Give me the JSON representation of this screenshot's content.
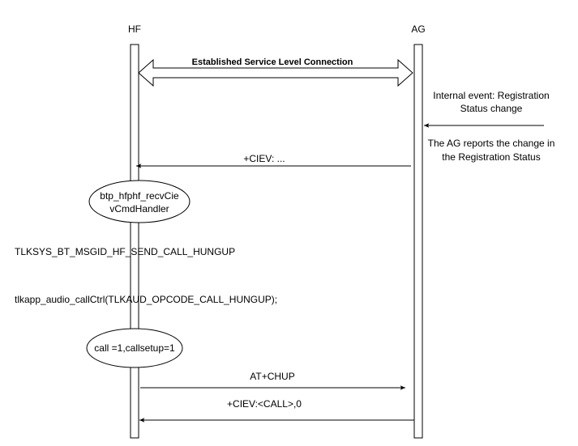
{
  "participants": {
    "hf": "HF",
    "ag": "AG"
  },
  "slc": {
    "label": "Established Service Level Connection"
  },
  "internal_event": {
    "line1": "Internal event: Registration",
    "line2": "Status change"
  },
  "ag_report": {
    "line1": "The AG reports the change in",
    "line2": "the Registration Status"
  },
  "ciev_message": "+CIEV: ...",
  "handler_ellipse": {
    "line1": "btp_hfphf_recvCie",
    "line2": "vCmdHandler"
  },
  "msgid_text": "TLKSYS_BT_MSGID_HF_SEND_CALL_HUNGUP",
  "callctrl_text": "tlkapp_audio_callCtrl(TLKAUD_OPCODE_CALL_HUNGUP);",
  "state_ellipse": "call =1,callsetup=1",
  "chup_message": "AT+CHUP",
  "ciev_call_message": "+CIEV:<CALL>,0"
}
